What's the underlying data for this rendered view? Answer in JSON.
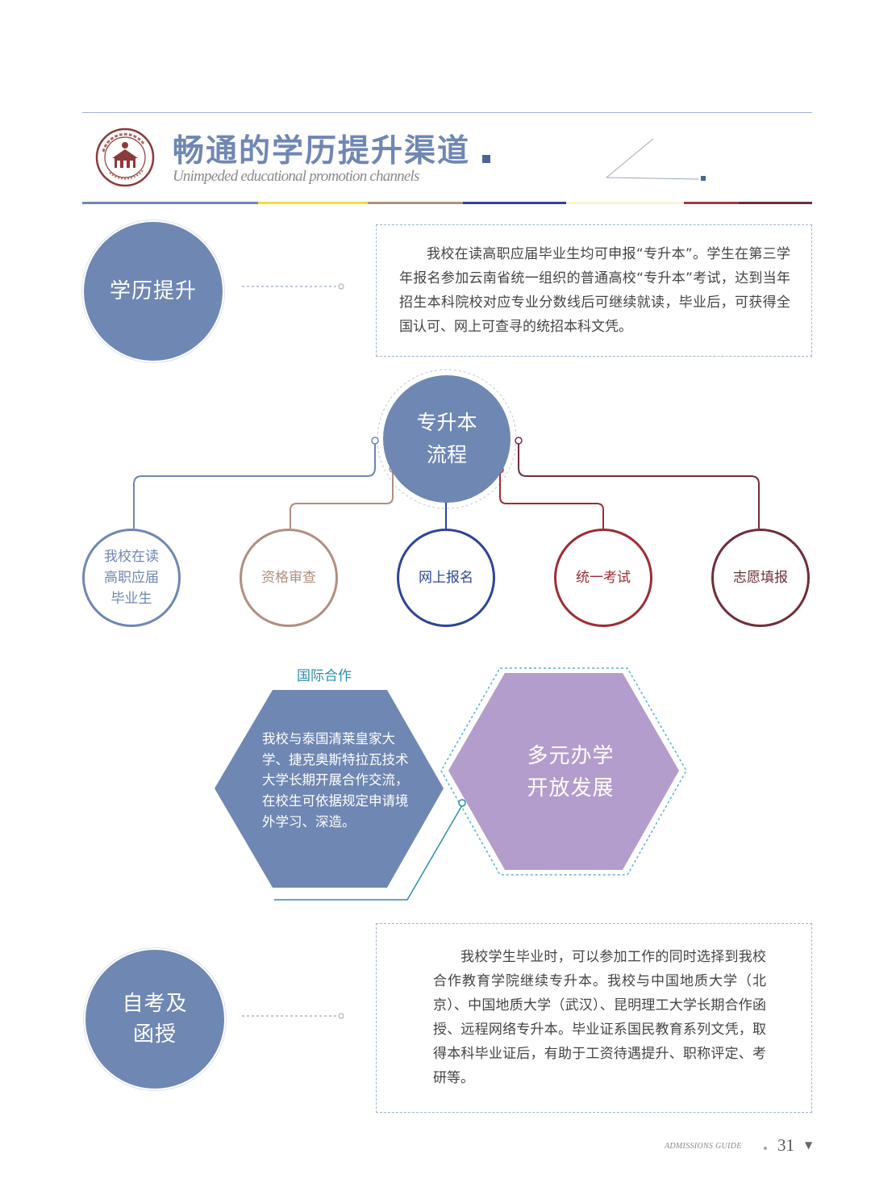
{
  "header": {
    "title": "畅通的学历提升渠道",
    "subtitle": "Unimpeded educational promotion channels",
    "color_bar": [
      "#6f87b3",
      "#f2dc3a",
      "#b08f7f",
      "#2f4596",
      "#faf3cc",
      "#9c3d4a",
      "#6e2f3a"
    ],
    "logo_icon": "school-seal-icon"
  },
  "section_degree": {
    "label": "学历提升",
    "text": "我校在读高职应届毕业生均可申报“专升本”。学生在第三学年报名参加云南省统一组织的普通高校“专升本”考试，达到当年招生本科院校对应专业分数线后可继续就读，毕业后，可获得全国认可、网上可查寻的统招本科文凭。"
  },
  "flow": {
    "center_line1": "专升本",
    "center_line2": "流程",
    "steps": [
      {
        "line1": "我校在读",
        "line2": "高职应届",
        "line3": "毕业生",
        "color": "#6f87b3"
      },
      {
        "line1": "资格审查",
        "color": "#b08f7f"
      },
      {
        "line1": "网上报名",
        "color": "#2f4596"
      },
      {
        "line1": "统一考试",
        "color": "#9c2d35"
      },
      {
        "line1": "志愿填报",
        "color": "#6e2f3a"
      }
    ]
  },
  "cooperation": {
    "label": "国际合作",
    "text": "我校与泰国清莱皇家大学、捷克奥斯特拉瓦技术大学长期开展合作交流，在校生可依据规定申请境外学习、深造。",
    "diverse_line1": "多元办学",
    "diverse_line2": "开放发展",
    "hex_blue": "#6f87b3",
    "hex_purple": "#b39dcc"
  },
  "section_self_study": {
    "label_line1": "自考及",
    "label_line2": "函授",
    "text": "我校学生毕业时，可以参加工作的同时选择到我校合作教育学院继续专升本。我校与中国地质大学（北京）、中国地质大学（武汉）、昆明理工大学长期合作函授、远程网络专升本。毕业证系国民教育系列文凭，取得本科毕业证后，有助于工资待遇提升、职称评定、考研等。"
  },
  "footer": {
    "guide": "ADMISSIONS GUIDE",
    "page": "31",
    "arrow": "▼"
  }
}
